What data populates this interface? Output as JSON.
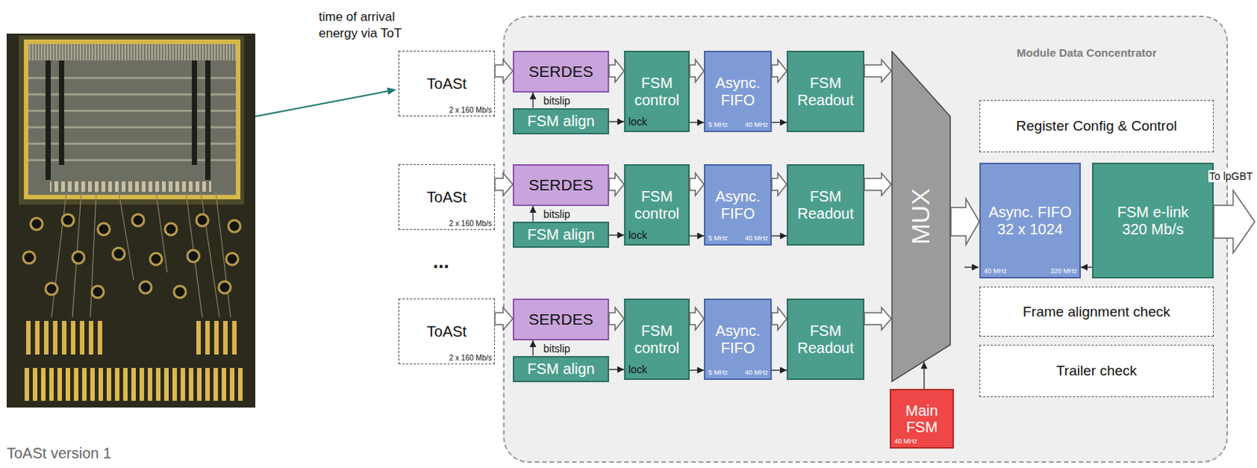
{
  "diagram": {
    "caption": "ToASt version 1",
    "nodes": [
      {
        "text": [
          "ToASt",
          "2 x 160 Mb/s"
        ]
      },
      {
        "text": [
          "ToASt",
          "2 x 160 Mb/s"
        ]
      },
      {
        "text": [
          "ToASt",
          "2 x 160 Mb/s"
        ]
      },
      {
        "text": [
          "Module Data Concentrator"
        ]
      },
      {
        "text": [
          "SERDES"
        ],
        "in": 3
      },
      {
        "text": [
          "FSM align"
        ],
        "in": 3
      },
      {
        "text": [
          "FSM control"
        ],
        "in": 3
      },
      {
        "text": [
          "Async. FIFO",
          "5 MHz",
          "40 MHz"
        ],
        "in": 3
      },
      {
        "text": [
          "FSM Readout"
        ],
        "in": 3
      },
      {
        "text": [
          "SERDES"
        ],
        "in": 3
      },
      {
        "text": [
          "FSM align"
        ],
        "in": 3
      },
      {
        "text": [
          "FSM control"
        ],
        "in": 3
      },
      {
        "text": [
          "Async. FIFO",
          "5 MHz",
          "40 MHz"
        ],
        "in": 3
      },
      {
        "text": [
          "FSM Readout"
        ],
        "in": 3
      },
      {
        "text": [
          "SERDES"
        ],
        "in": 3
      },
      {
        "text": [
          "FSM align"
        ],
        "in": 3
      },
      {
        "text": [
          "FSM control"
        ],
        "in": 3
      },
      {
        "text": [
          "Async. FIFO",
          "5 MHz",
          "40 MHz"
        ],
        "in": 3
      },
      {
        "text": [
          "FSM Readout"
        ],
        "in": 3
      },
      {
        "text": [
          "MUX"
        ],
        "in": 3
      },
      {
        "text": [
          "Main FSM",
          "40 MHz"
        ],
        "in": 3
      },
      {
        "text": [
          "Register Config & Control"
        ],
        "in": 3
      },
      {
        "text": [
          "Async. FIFO 32 x 1024",
          "40 MHz",
          "320 MHz"
        ],
        "in": 3
      },
      {
        "text": [
          "FSM e-link 320 Mb/s"
        ],
        "in": 3
      },
      {
        "text": [
          "Frame alignment check"
        ],
        "in": 3
      },
      {
        "text": [
          "Trailer check"
        ],
        "in": 3
      }
    ],
    "edges": [
      {
        "from": 0,
        "to": 4,
        "arrow": "to"
      },
      {
        "from": 4,
        "to": 6,
        "arrow": "to"
      },
      {
        "from": 5,
        "to": 4,
        "arrow": "to",
        "label": "bitslip"
      },
      {
        "from": 5,
        "to": 6,
        "arrow": "to",
        "label": "lock"
      },
      {
        "from": 6,
        "to": 7,
        "arrow": "to"
      },
      {
        "from": 6,
        "to": 7,
        "arrow": "to"
      },
      {
        "from": 7,
        "to": 8,
        "arrow": "to"
      },
      {
        "from": 7,
        "to": 8,
        "arrow": "to"
      },
      {
        "from": 8,
        "to": 19,
        "arrow": "to"
      },
      {
        "from": 1,
        "to": 9,
        "arrow": "to"
      },
      {
        "from": 9,
        "to": 11,
        "arrow": "to"
      },
      {
        "from": 10,
        "to": 9,
        "arrow": "to",
        "label": "bitslip"
      },
      {
        "from": 10,
        "to": 11,
        "arrow": "to",
        "label": "lock"
      },
      {
        "from": 11,
        "to": 12,
        "arrow": "to"
      },
      {
        "from": 11,
        "to": 12,
        "arrow": "to"
      },
      {
        "from": 12,
        "to": 13,
        "arrow": "to"
      },
      {
        "from": 12,
        "to": 13,
        "arrow": "to"
      },
      {
        "from": 13,
        "to": 19,
        "arrow": "to"
      },
      {
        "from": 2,
        "to": 14,
        "arrow": "to"
      },
      {
        "from": 14,
        "to": 16,
        "arrow": "to"
      },
      {
        "from": 15,
        "to": 14,
        "arrow": "to",
        "label": "bitslip"
      },
      {
        "from": 15,
        "to": 16,
        "arrow": "to",
        "label": "lock"
      },
      {
        "from": 16,
        "to": 17,
        "arrow": "to"
      },
      {
        "from": 16,
        "to": 17,
        "arrow": "to"
      },
      {
        "from": 17,
        "to": 18,
        "arrow": "to"
      },
      {
        "from": 17,
        "to": 18,
        "arrow": "to"
      },
      {
        "from": 18,
        "to": 19,
        "arrow": "to"
      },
      {
        "from": 19,
        "to": 22,
        "arrow": "to"
      },
      {
        "from": 20,
        "to": 19,
        "arrow": "to"
      },
      {
        "from": 23,
        "to": 22,
        "arrow": "to"
      }
    ],
    "labels": [
      "time of arrival",
      "energy via ToT",
      "...",
      "To lpGBT"
    ]
  }
}
